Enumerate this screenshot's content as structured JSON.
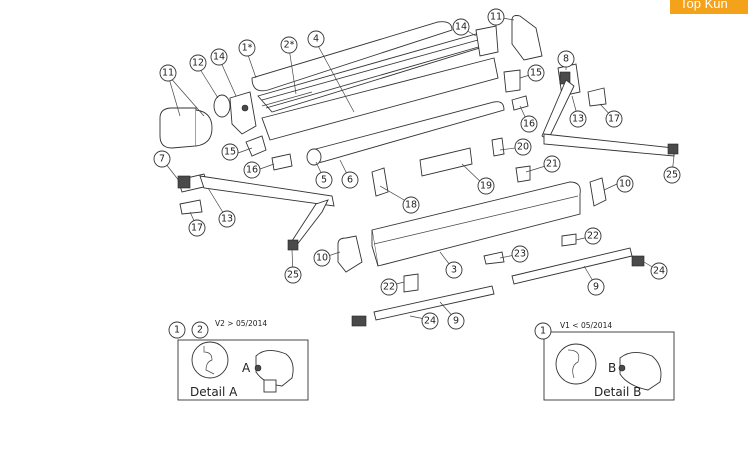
{
  "badge": {
    "text": "Top Kun"
  },
  "parts": [
    "1*",
    "2*",
    "4",
    "11",
    "14",
    "12",
    "15",
    "16",
    "5",
    "6",
    "7",
    "13",
    "17",
    "8",
    "20",
    "21",
    "18",
    "19",
    "10",
    "25",
    "3",
    "23",
    "22",
    "24",
    "9"
  ],
  "detail_a": {
    "num1": "1",
    "num2": "2",
    "version": "V2 > 05/2014",
    "marker": "A",
    "title": "Detail A"
  },
  "detail_b": {
    "num1": "1",
    "version": "V1 < 05/2014",
    "marker": "B",
    "title": "Detail B"
  },
  "colors": {
    "badge": "#f4a21a",
    "line": "#333333",
    "accent_dark": "#4a4a4a"
  }
}
